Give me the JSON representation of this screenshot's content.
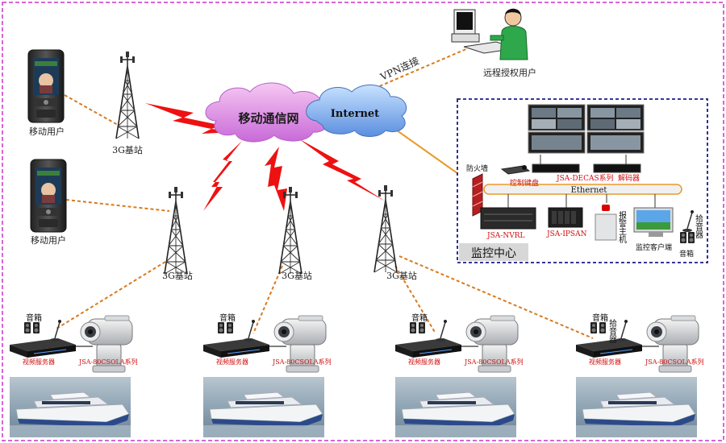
{
  "network": {
    "cloud_mobile": "移动通信网",
    "cloud_internet": "Internet",
    "vpn_label": "VPN连接",
    "remote_user": "远程授权用户",
    "mobile_user_label": "移动用户",
    "base_station_label": "3G基站"
  },
  "monitor_center": {
    "title": "监控中心",
    "firewall": "防火墙",
    "ethernet": "Ethernet",
    "keyboard": "控制键盘",
    "decas": "JSA-DECAS系列",
    "decoder": "解码器",
    "nvrl": "JSA-NVRL",
    "ipsan": "JSA-IPSAN",
    "alarm": "报警主机",
    "client": "监控客户端",
    "pickup": "拾音器",
    "speaker": "音箱"
  },
  "ship_nodes": {
    "speaker": "音箱",
    "pickup": "拾音器",
    "server_label": "视频服务器",
    "camera_series": "JSA-80CSOLA系列"
  },
  "colors": {
    "border": "#cc33cc",
    "dashed_orange": "#d87a1e",
    "lightning": "#ee1111",
    "monitor_border": "#1a1a8c",
    "ethernet_bar": "#f0f0f0",
    "ethernet_border": "#e89a2a"
  }
}
